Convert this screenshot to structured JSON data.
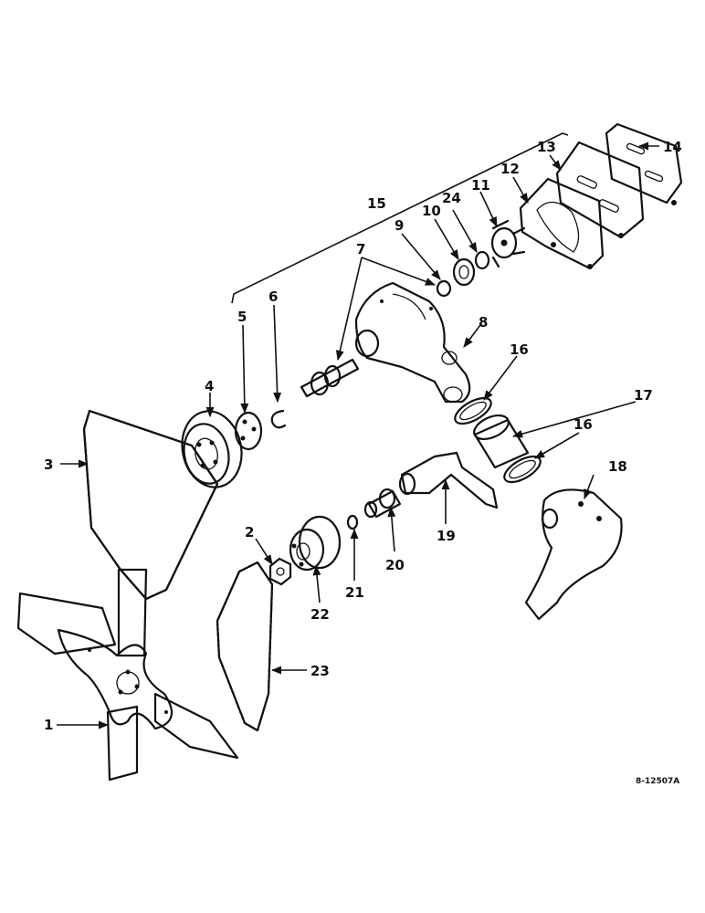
{
  "reference_code": "8-12507A",
  "callouts": {
    "c1": "1",
    "c2": "2",
    "c3": "3",
    "c4": "4",
    "c5": "5",
    "c6": "6",
    "c7": "7",
    "c8": "8",
    "c9": "9",
    "c10": "10",
    "c11": "11",
    "c12": "12",
    "c13": "13",
    "c14": "14",
    "c15": "15",
    "c16a": "16",
    "c16b": "16",
    "c17": "17",
    "c18": "18",
    "c19": "19",
    "c20": "20",
    "c21": "21",
    "c22": "22",
    "c23": "23",
    "c24": "24"
  }
}
